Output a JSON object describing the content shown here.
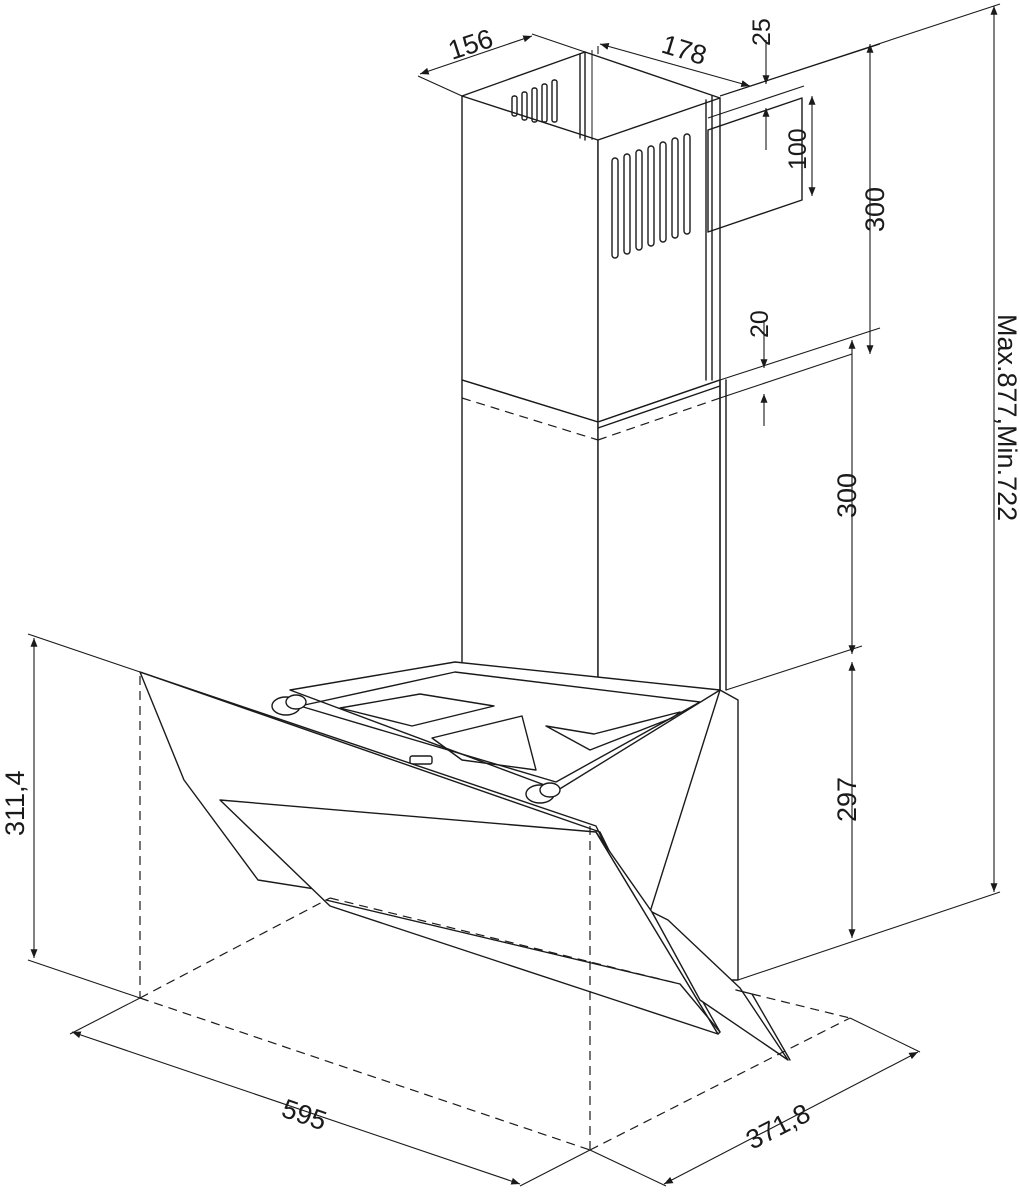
{
  "drawing": {
    "dimensions": {
      "duct_depth": "156",
      "duct_width": "178",
      "outlet_offset": "25",
      "outlet_height": "100",
      "upper_duct_height": "300",
      "overlap": "20",
      "lower_duct_height": "300",
      "hood_body_height": "297",
      "total_height": "Max.877,Min.722",
      "hood_front_height": "311,4",
      "hood_width": "595",
      "hood_depth": "371,8"
    }
  }
}
